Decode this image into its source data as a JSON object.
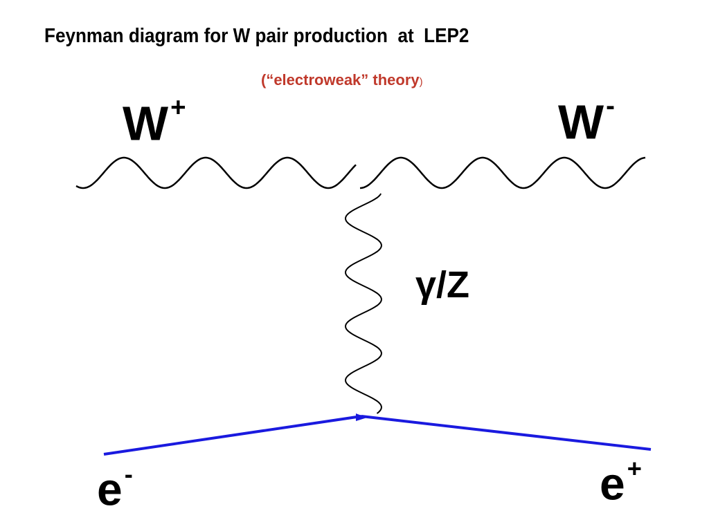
{
  "title": "Feynman diagram for W pair production  at  LEP2",
  "subtitle": {
    "main": "(“electroweak” theory",
    "close": ")"
  },
  "particles": {
    "w_plus": {
      "base": "W",
      "charge": "+"
    },
    "w_minus": {
      "base": "W",
      "charge": "-"
    },
    "boson": "γ/Z",
    "e_minus": {
      "base": "e",
      "charge": "-"
    },
    "e_plus": {
      "base": "e",
      "charge": "+"
    }
  },
  "colors": {
    "subtitle": "#c0392b",
    "fermion_line": "#1a1adf",
    "boson_line": "#000000"
  }
}
